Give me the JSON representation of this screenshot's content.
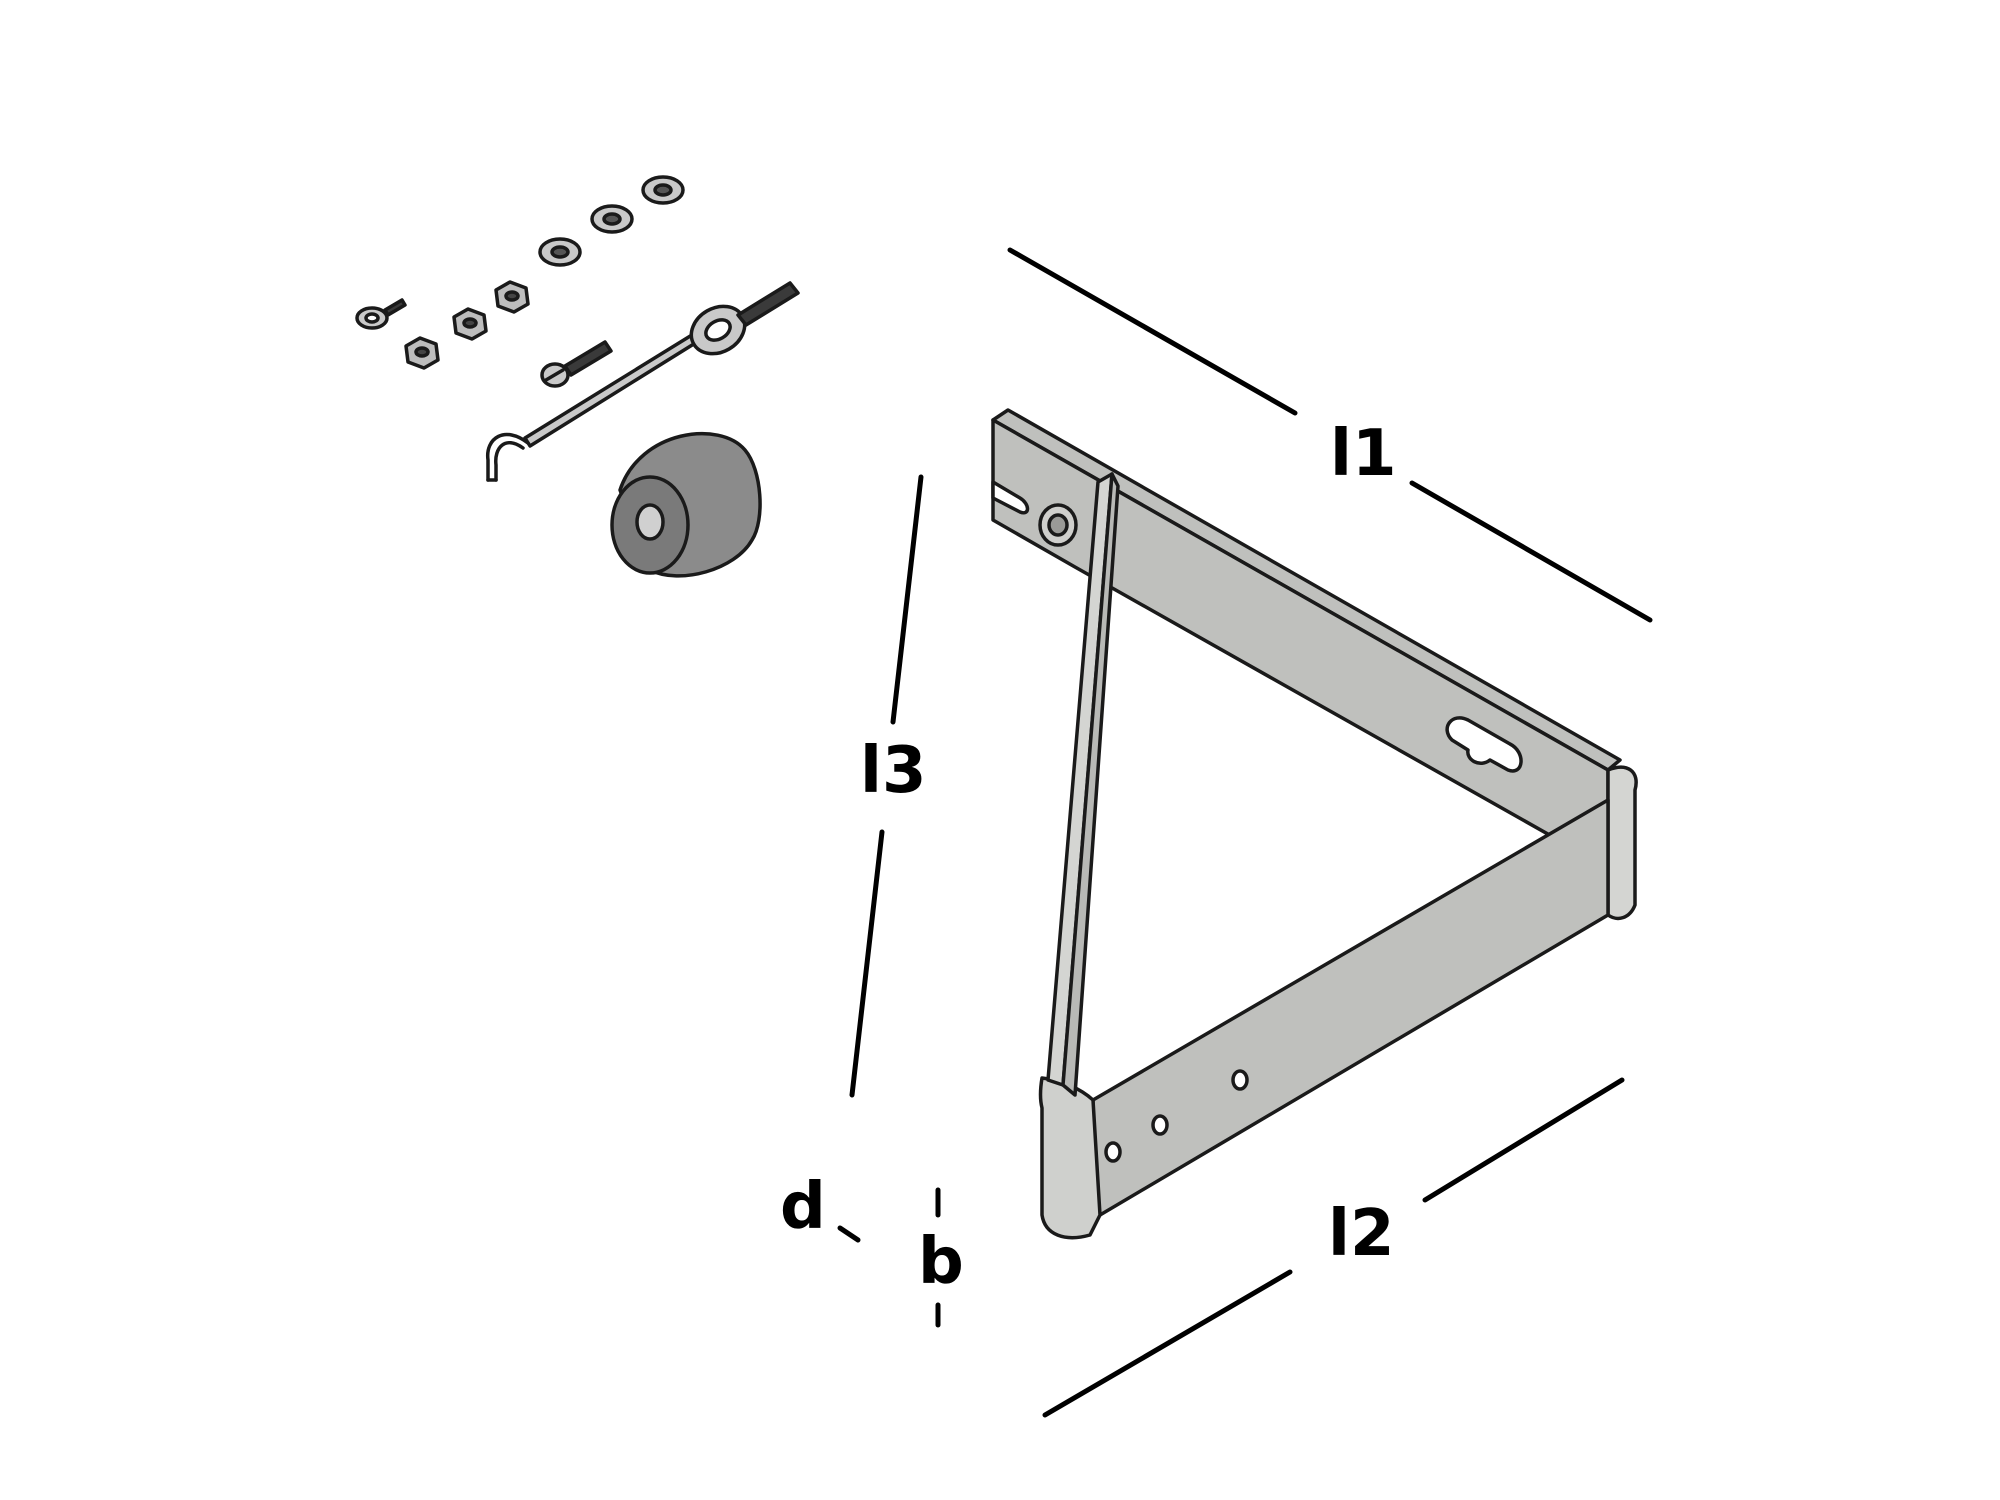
{
  "labels": {
    "l1": "l1",
    "l2": "l2",
    "l3": "l3",
    "d": "d",
    "b": "b"
  },
  "colors": {
    "metal_face": "#bfc0bd",
    "metal_light": "#d4d5d2",
    "metal_dark": "#a4a5a2",
    "rubber": "#8b8b8b",
    "rubber_dark": "#5f5f5f",
    "hardware": "#c9c9c9",
    "line": "#000000"
  }
}
